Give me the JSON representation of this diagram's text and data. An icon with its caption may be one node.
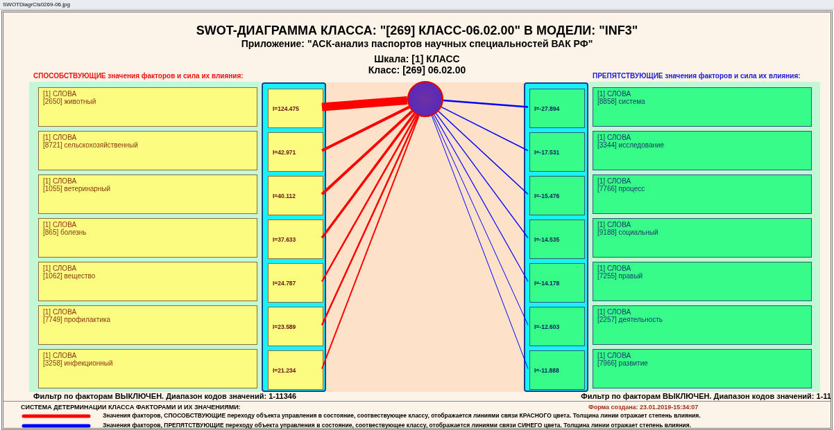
{
  "diagram": {
    "title": "SWOT-ДИАГРАММА КЛАССА: \"[269] КЛАСС-06.02.00\" В МОДЕЛИ: \"INF3\"",
    "nodes": [
      {
        "text": [
          "СПОСОБСТВУЮЩИЕ значения факторов и сила их влияния:"
        ]
      },
      {
        "text": [
          "[1] СЛОВА",
          "[2650] животный"
        ],
        "in": 0
      },
      {
        "text": [
          "[1] СЛОВА",
          "[8721] сельскохозяйственный"
        ],
        "in": 0
      },
      {
        "text": [
          "[1] СЛОВА",
          "[1055] ветеринарный"
        ],
        "in": 0
      },
      {
        "text": [
          "[1] СЛОВА",
          "[865] болезнь"
        ],
        "in": 0
      },
      {
        "text": [
          "[1] СЛОВА",
          "[1062] вещество"
        ],
        "in": 0
      },
      {
        "text": [
          "[1] СЛОВА",
          "[7749] профилактика"
        ],
        "in": 0
      },
      {
        "text": [
          "[1] СЛОВА",
          "[3258] инфекционный"
        ],
        "in": 0
      },
      {
        "text": [],
        "shape": "box"
      },
      {
        "text": [
          "I=124.475"
        ],
        "in": 8
      },
      {
        "text": [
          "I=42.971"
        ],
        "in": 8
      },
      {
        "text": [
          "I=40.112"
        ],
        "in": 8
      },
      {
        "text": [
          "I=37.633"
        ],
        "in": 8
      },
      {
        "text": [
          "I=24.787"
        ],
        "in": 8
      },
      {
        "text": [
          "I=23.589"
        ],
        "in": 8
      },
      {
        "text": [
          "I=21.234"
        ],
        "in": 8
      },
      {
        "text": [],
        "shape": "circle"
      },
      {
        "text": [],
        "shape": "box"
      },
      {
        "text": [
          "I=-27.894"
        ],
        "in": 17
      },
      {
        "text": [
          "I=-17.531"
        ],
        "in": 17
      },
      {
        "text": [
          "I=-15.476"
        ],
        "in": 17
      },
      {
        "text": [
          "I=-14.535"
        ],
        "in": 17
      },
      {
        "text": [
          "I=-14.178"
        ],
        "in": 17
      },
      {
        "text": [
          "I=-12.603"
        ],
        "in": 17
      },
      {
        "text": [
          "I=-11.888"
        ],
        "in": 17
      },
      {
        "text": [
          "ПРЕПЯТСТВУЮЩИЕ значения факторов и сила их влияния:"
        ]
      },
      {
        "text": [
          "[1] СЛОВА",
          "[8858] система"
        ],
        "in": 25
      },
      {
        "text": [
          "[1] СЛОВА",
          "[3344] исследование"
        ],
        "in": 25
      },
      {
        "text": [
          "[1] СЛОВА",
          "[7766] процесс"
        ],
        "in": 25
      },
      {
        "text": [
          "[1] СЛОВА",
          "[9188] социальный"
        ],
        "in": 25
      },
      {
        "text": [
          "[1] СЛОВА",
          "[7255] правый"
        ],
        "in": 25
      },
      {
        "text": [
          "[1] СЛОВА",
          "[2257] деятельность"
        ],
        "in": 25
      },
      {
        "text": [
          "[1] СЛОВА",
          "[7966] развитие"
        ],
        "in": 25
      }
    ],
    "edges": [
      {
        "from": 16,
        "to": 9,
        "arrow": "none",
        "color": "#ff0000",
        "style": "thick"
      },
      {
        "from": 16,
        "to": 10,
        "arrow": "none",
        "color": "#ff0000",
        "style": "thick"
      },
      {
        "from": 16,
        "to": 11,
        "arrow": "none",
        "color": "#ff0000",
        "style": "thick"
      },
      {
        "from": 16,
        "to": 12,
        "arrow": "none",
        "color": "#ff0000"
      },
      {
        "from": 16,
        "to": 13,
        "arrow": "none",
        "color": "#ff0000"
      },
      {
        "from": 16,
        "to": 14,
        "arrow": "none",
        "color": "#ff0000"
      },
      {
        "from": 16,
        "to": 15,
        "arrow": "none",
        "color": "#ff0000"
      },
      {
        "from": 16,
        "to": 18,
        "arrow": "none",
        "color": "#0000ff"
      },
      {
        "from": 16,
        "to": 19,
        "arrow": "none",
        "color": "#0000ff"
      },
      {
        "from": 16,
        "to": 20,
        "arrow": "none",
        "color": "#0000ff"
      },
      {
        "from": 16,
        "to": 21,
        "arrow": "none",
        "color": "#0000ff"
      },
      {
        "from": 16,
        "to": 22,
        "arrow": "none",
        "color": "#0000ff"
      },
      {
        "from": 16,
        "to": 23,
        "arrow": "none",
        "color": "#0000ff"
      },
      {
        "from": 16,
        "to": 24,
        "arrow": "none",
        "color": "#0000ff"
      }
    ],
    "labels": [
      "SWOTDiagrCls0269-06.jpg",
      "Приложение: \"АСК-анализ паспортов научных специальностей ВАК РФ\"",
      "Шкала: [1] КЛАСС",
      "Класс: [269] 06.02.00",
      "Фильтр по факторам ВЫКЛЮЧЕН. Диапазон кодов значений: 1-11346",
      "Фильтр по факторам ВЫКЛЮЧЕН. Диапазон кодов значений: 1-11",
      "СИСТЕМА ДЕТЕРМИНАЦИИ КЛАССА ФАКТОРАМИ И ИХ ЗНАЧЕНИЯМИ:",
      "Форма создана: 23.01.2019-15:34:07"
    ],
    "legend": [
      {
        "text": "Значения факторов, СПОСОБСТВУЮЩИЕ переходу объекта управления в состояние, соотвествующее классу, отображается линиями связи КРАСНОГО цвета. Толщина линии отражает степень влияния.",
        "color": "#ff0000"
      },
      {
        "text": "Значения факторов, ПРЕПЯТСТВУЮЩИЕ переходу объекта управления в состояние, соотвествующее классу, отображается линиями связи СИНЕГО цвета. Толщина линии отражает степень влияния.",
        "color": "#0000ff"
      }
    ]
  }
}
